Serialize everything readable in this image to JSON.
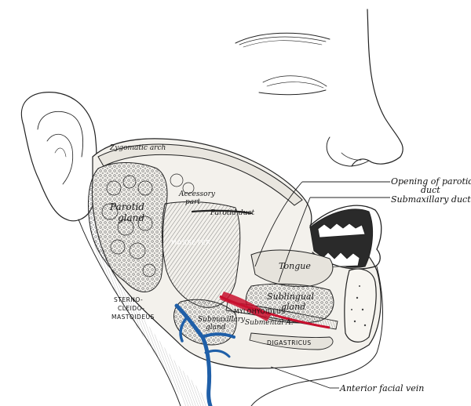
{
  "labels": {
    "opening_parotid_duct_1": "Opening of parotid",
    "opening_parotid_duct_2": "duct",
    "submaxillary_duct": "Submaxillary duct",
    "anterior_facial_vein": "Anterior facial vein",
    "zygomatic_arch": "Zygomatic arch",
    "accessory_part_1": "Accessory",
    "accessory_part_2": "part",
    "parotid_duct": "Parotid duct",
    "parotid_gland_1": "Parotid",
    "parotid_gland_2": "gland",
    "masseter": "MASSETER",
    "tongue": "Tongue",
    "sublingual_gland_1": "Sublingual",
    "sublingual_gland_2": "gland",
    "sternocleidomastoideus_1": "STERNO-",
    "sternocleidomastoideus_2": "CLEIDO-",
    "sternocleidomastoideus_3": "MASTOIDEUS",
    "submaxillary_gland_1": "Submaxillary",
    "submaxillary_gland_2": "gland",
    "mylohyoideus": "MYLOHYOIDEUS",
    "submental_a": "Submental A.",
    "digastricus": "DIGASTRICUS"
  },
  "colors": {
    "vein": "#1f5fa8",
    "artery": "#c8102e",
    "ink": "#222222",
    "paper": "#ffffff"
  }
}
